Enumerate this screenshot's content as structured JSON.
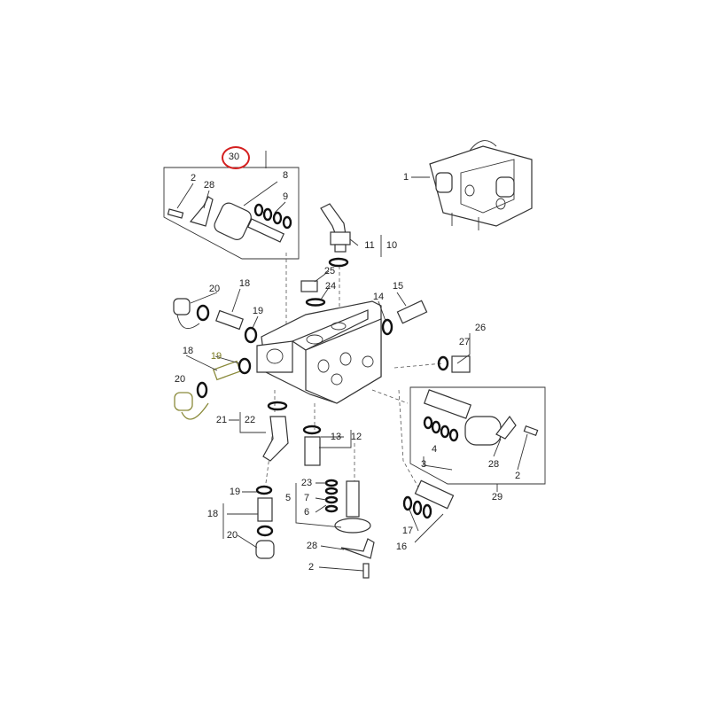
{
  "highlight": {
    "label": "30",
    "color": "#d42020"
  },
  "callouts": [
    "30",
    "8",
    "9",
    "2",
    "28",
    "1",
    "11",
    "10",
    "25",
    "24",
    "15",
    "14",
    "20",
    "18",
    "19",
    "18",
    "19",
    "20",
    "26",
    "27",
    "21",
    "22",
    "13",
    "12",
    "4",
    "3",
    "28",
    "2",
    "29",
    "19",
    "18",
    "20",
    "23",
    "5",
    "7",
    "6",
    "17",
    "16",
    "28",
    "2"
  ]
}
